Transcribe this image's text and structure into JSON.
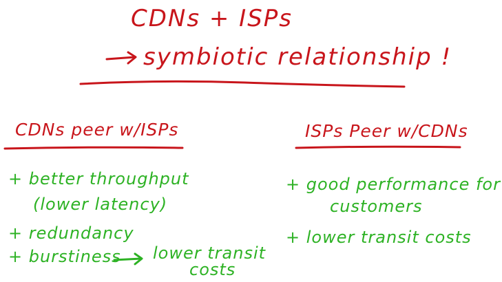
{
  "title": "CDNs + ISPs",
  "subtitle": {
    "arrow_icon": "right-arrow-icon",
    "text": "symbiotic relationship !"
  },
  "left_column": {
    "heading": "CDNs peer w/ISPs",
    "items": [
      "+ better throughput",
      "(lower latency)",
      "+ redundancy",
      "+ burstiness",
      "lower transit",
      "costs"
    ]
  },
  "right_column": {
    "heading": "ISPs Peer w/CDNs",
    "items": [
      "+ good performance for",
      "customers",
      "+ lower transit costs"
    ]
  },
  "colors": {
    "title_ink": "#c8151b",
    "item_ink": "#2db224",
    "background": "#ffffff"
  }
}
